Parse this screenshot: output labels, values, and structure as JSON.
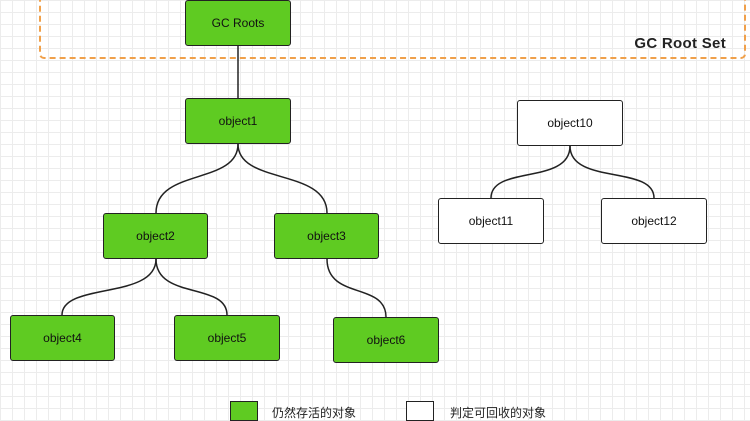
{
  "root_set": {
    "label": "GC Root Set"
  },
  "nodes": {
    "gc_roots": "GC Roots",
    "object1": "object1",
    "object2": "object2",
    "object3": "object3",
    "object4": "object4",
    "object5": "object5",
    "object6": "object6",
    "object10": "object10",
    "object11": "object11",
    "object12": "object12"
  },
  "legend": {
    "live": {
      "text": "仍然存活的对象",
      "color": "#5fcb22"
    },
    "dead": {
      "text": "判定可回收的对象",
      "color": "#ffffff"
    }
  }
}
